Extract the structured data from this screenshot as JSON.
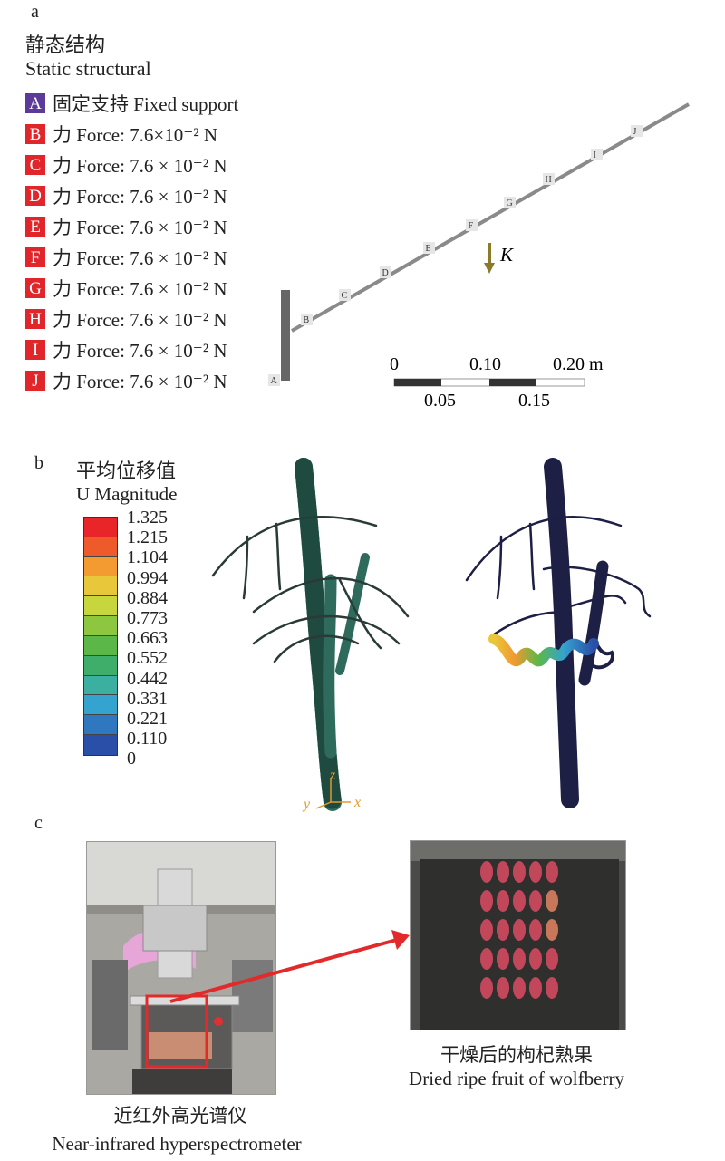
{
  "panel_a": {
    "label": "a",
    "title_cn": "静态结构",
    "title_en": "Static structural",
    "legend": [
      {
        "key": "A",
        "text": "固定支持 Fixed support",
        "color": "#5b3a9a"
      },
      {
        "key": "B",
        "text": "力 Force: 7.6×10⁻² N",
        "color": "#e0262b"
      },
      {
        "key": "C",
        "text": "力 Force: 7.6 × 10⁻² N",
        "color": "#e0262b"
      },
      {
        "key": "D",
        "text": "力 Force: 7.6 × 10⁻² N",
        "color": "#e0262b"
      },
      {
        "key": "E",
        "text": "力 Force: 7.6 × 10⁻² N",
        "color": "#e0262b"
      },
      {
        "key": "F",
        "text": "力 Force: 7.6 × 10⁻² N",
        "color": "#e0262b"
      },
      {
        "key": "G",
        "text": "力 Force: 7.6 × 10⁻² N",
        "color": "#e0262b"
      },
      {
        "key": "H",
        "text": "力 Force: 7.6 × 10⁻² N",
        "color": "#e0262b"
      },
      {
        "key": "I",
        "text": "力 Force: 7.6 × 10⁻² N",
        "color": "#e0262b"
      },
      {
        "key": "J",
        "text": "力 Force: 7.6 × 10⁻² N",
        "color": "#e0262b"
      }
    ],
    "diagram_points": [
      "A",
      "B",
      "C",
      "D",
      "E",
      "F",
      "G",
      "H",
      "I",
      "J"
    ],
    "force_label": "K",
    "scale": {
      "top": [
        "0",
        "0.10",
        "0.20 m"
      ],
      "bottom": [
        "0.05",
        "0.15"
      ]
    }
  },
  "panel_b": {
    "label": "b",
    "title_cn": "平均位移值",
    "title_en": "U Magnitude",
    "colorbar": [
      {
        "value": "1.325",
        "color": "#e8262a"
      },
      {
        "value": "1.215",
        "color": "#ee5a2a"
      },
      {
        "value": "1.104",
        "color": "#f39a30"
      },
      {
        "value": "0.994",
        "color": "#e8c83a"
      },
      {
        "value": "0.884",
        "color": "#c6d63c"
      },
      {
        "value": "0.773",
        "color": "#8dc63f"
      },
      {
        "value": "0.663",
        "color": "#5bb848"
      },
      {
        "value": "0.552",
        "color": "#3fae6a"
      },
      {
        "value": "0.442",
        "color": "#3bb0a0"
      },
      {
        "value": "0.331",
        "color": "#35a3cf"
      },
      {
        "value": "0.221",
        "color": "#2f78c0"
      },
      {
        "value": "0.110",
        "color": "#2a4fa8"
      },
      {
        "value": "0",
        "color": ""
      }
    ],
    "axes": {
      "z": "z",
      "y": "y",
      "x": "x"
    }
  },
  "panel_c": {
    "label": "c",
    "left_caption_cn": "近红外高光谱仪",
    "left_caption_en": "Near-infrared hyperspectrometer",
    "right_caption_cn": "干燥后的枸杞熟果",
    "right_caption_en": "Dried ripe fruit of wolfberry"
  }
}
